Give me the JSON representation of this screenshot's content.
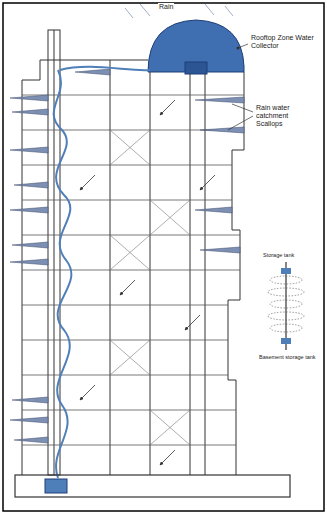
{
  "diagram": {
    "labels": [
      "Rain",
      "Rooftop Zone Water Collector",
      "Rain water catchment Scallops",
      "Storage tank",
      "Basement storage tank"
    ]
  }
}
